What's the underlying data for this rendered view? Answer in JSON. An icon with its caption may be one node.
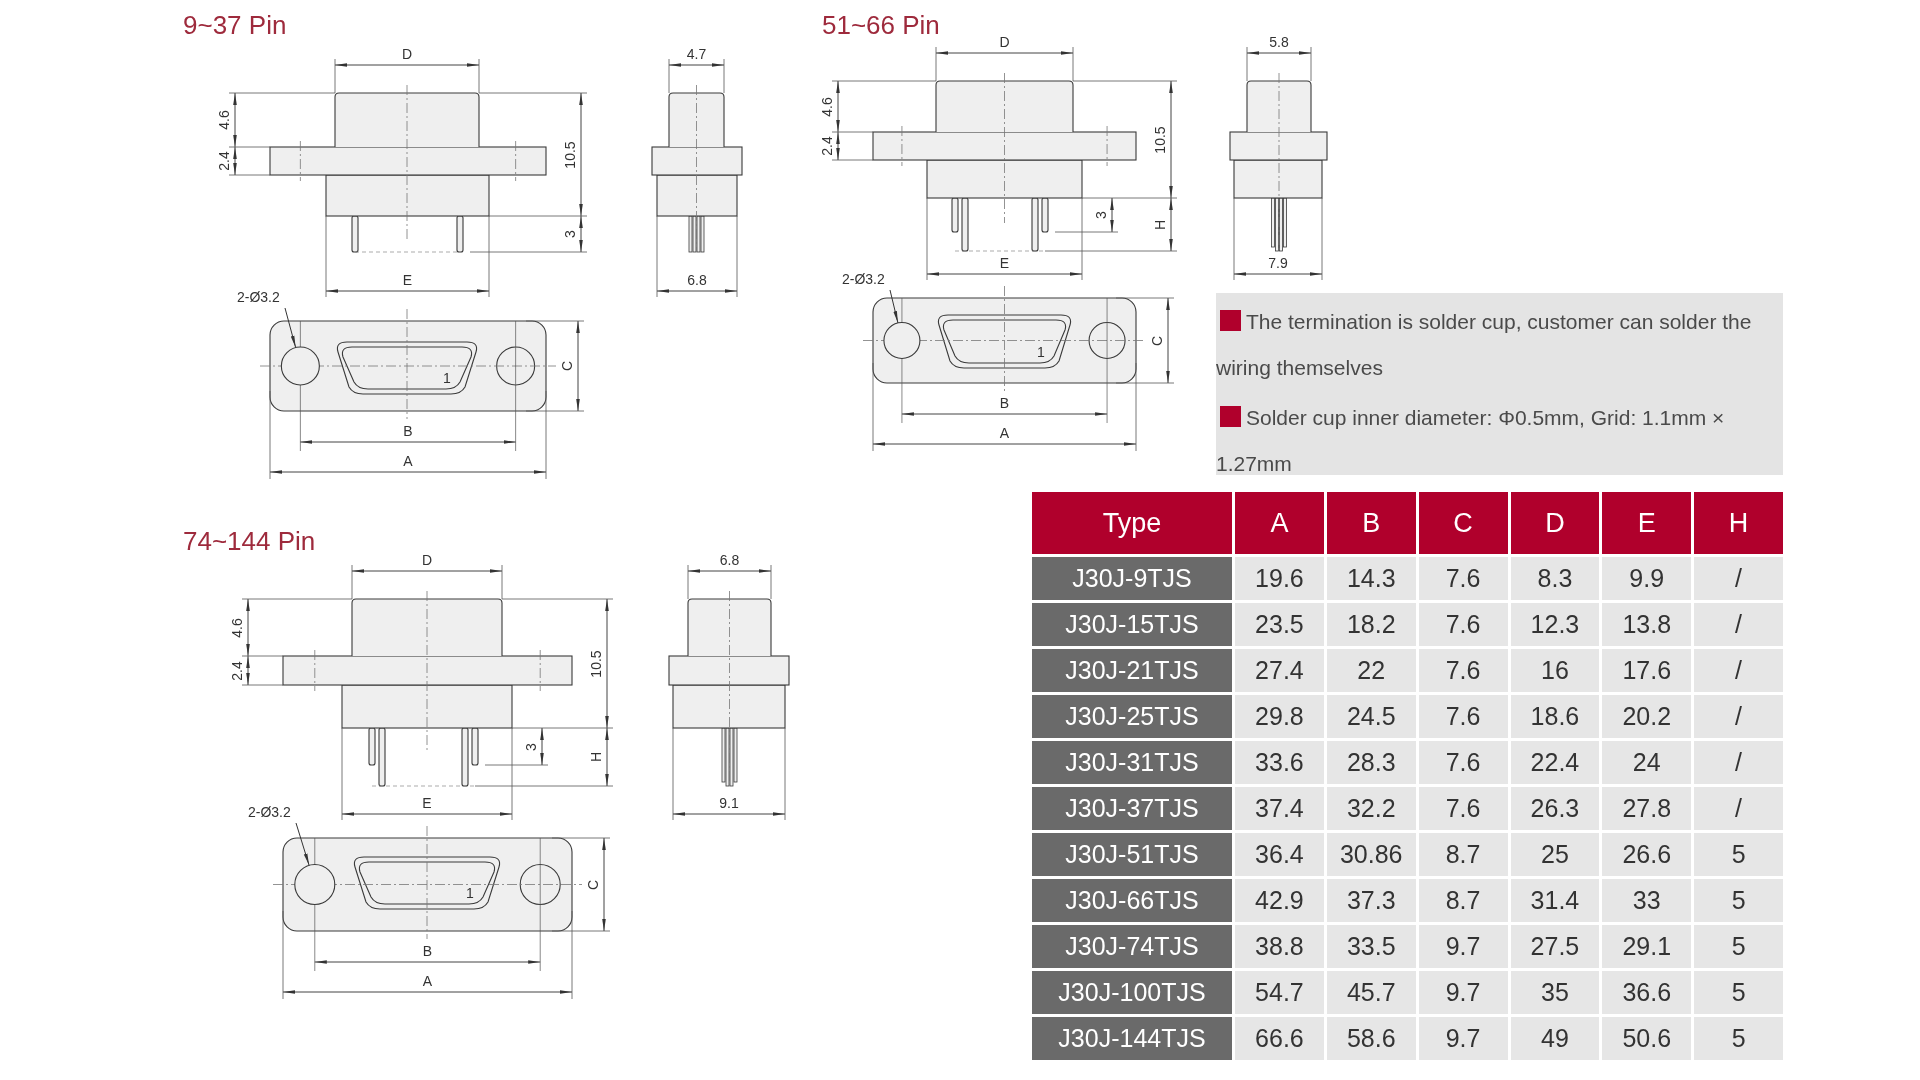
{
  "diagram": {
    "nodes": [
      {
        "text": [
          "2-Ø3.2"
        ]
      },
      {
        "text": [],
        "shape": "circle"
      },
      {
        "text": [
          "2-Ø3.2"
        ]
      },
      {
        "text": [],
        "shape": "circle"
      },
      {
        "text": [
          "2-Ø3.2"
        ]
      },
      {
        "text": [],
        "shape": "circle"
      }
    ],
    "edges": [
      {
        "from": 0,
        "to": 1,
        "arrow": "to"
      },
      {
        "from": 2,
        "to": 3,
        "arrow": "to"
      },
      {
        "from": 4,
        "to": 5,
        "arrow": "to"
      }
    ],
    "labels": [
      "9~37 Pin",
      "D",
      "4.7",
      "4.6",
      "2.4",
      "10.5",
      "3",
      "E",
      "6.8",
      "1",
      "C",
      "B",
      "A",
      "51~66 Pin",
      "D",
      "5.8",
      "4.6",
      "2.4",
      "10.5",
      "3",
      "H",
      "E",
      "7.9",
      "1",
      "C",
      "B",
      "A",
      "The termination is solder cup, customer can solder the wiring themselves",
      "Solder cup inner diameter: Φ0.5mm, Grid: 1.1mm × 1.27mm",
      "74~144 Pin",
      "D",
      "6.8",
      "4.6",
      "2.4",
      "10.5",
      "3",
      "H",
      "E",
      "9.1",
      "1",
      "C",
      "B",
      "A",
      "Type",
      "A",
      "B",
      "C",
      "D",
      "E",
      "H",
      "J30J-9TJS",
      "19.6",
      "14.3",
      "7.6",
      "8.3",
      "9.9",
      "/",
      "J30J-15TJS",
      "23.5",
      "18.2",
      "7.6",
      "12.3",
      "13.8",
      "/",
      "J30J-21TJS",
      "27.4",
      "22",
      "7.6",
      "16",
      "17.6",
      "/",
      "J30J-25TJS",
      "29.8",
      "24.5",
      "7.6",
      "18.6",
      "20.2",
      "/",
      "J30J-31TJS",
      "33.6",
      "28.3",
      "7.6",
      "22.4",
      "24",
      "/",
      "J30J-37TJS",
      "37.4",
      "32.2",
      "7.6",
      "26.3",
      "27.8",
      "/",
      "J30J-51TJS",
      "36.4",
      "30.86",
      "8.7",
      "25",
      "26.6",
      "5",
      "J30J-66TJS",
      "42.9",
      "37.3",
      "8.7",
      "31.4",
      "33",
      "5",
      "J30J-74TJS",
      "38.8",
      "33.5",
      "9.7",
      "27.5",
      "29.1",
      "5",
      "J30J-100TJS",
      "54.7",
      "45.7",
      "9.7",
      "35",
      "36.6",
      "5",
      "J30J-144TJS",
      "66.6",
      "58.6",
      "9.7",
      "49",
      "50.6",
      "5"
    ]
  }
}
